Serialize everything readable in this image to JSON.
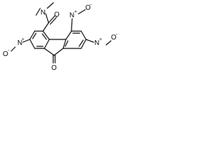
{
  "atoms": {
    "amide_nitrogen": "N",
    "amide_oxygen": "O",
    "ketone_oxygen": "O",
    "nitro_left": {
      "nitrogen": "N",
      "plus": "+",
      "oxygen": "O",
      "minus": "-"
    },
    "nitro_top": {
      "nitrogen": "N",
      "plus": "+",
      "oxygen": "O",
      "minus": "-"
    },
    "nitro_right": {
      "nitrogen": "N",
      "plus": "+",
      "oxygen": "O",
      "minus": "-"
    }
  },
  "colors": {
    "bond": "#000000",
    "label": "#000000",
    "background": "#ffffff"
  }
}
